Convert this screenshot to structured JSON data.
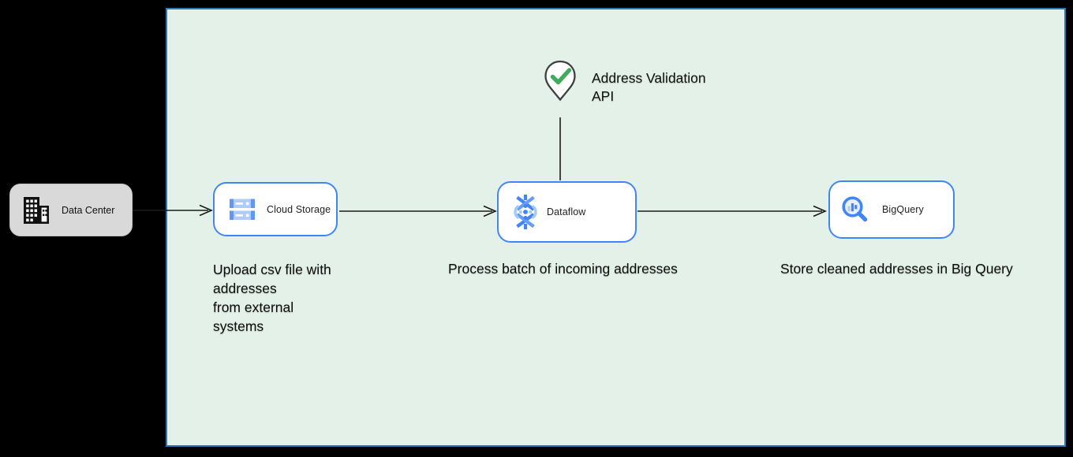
{
  "diagram": {
    "external_node": {
      "label": "Data Center",
      "icon": "building-icon"
    },
    "boundary": {
      "type": "google-cloud-zone"
    },
    "nodes": [
      {
        "id": "cloud-storage",
        "label": "Cloud Storage",
        "icon": "cloud-storage-icon",
        "caption": "Upload csv file with\naddresses\nfrom external\nsystems"
      },
      {
        "id": "dataflow",
        "label": "Dataflow",
        "icon": "dataflow-icon",
        "caption": "Process batch of incoming addresses"
      },
      {
        "id": "bigquery",
        "label": "BigQuery",
        "icon": "bigquery-icon",
        "caption": "Store cleaned addresses in Big Query"
      }
    ],
    "api_marker": {
      "label": "Address Validation\nAPI",
      "icon": "map-pin-check-icon"
    },
    "connections": [
      {
        "from": "Data Center",
        "to": "Cloud Storage",
        "arrow": "open"
      },
      {
        "from": "Cloud Storage",
        "to": "Dataflow",
        "arrow": "open"
      },
      {
        "from": "Dataflow",
        "to": "BigQuery",
        "arrow": "open"
      },
      {
        "from": "Address Validation API",
        "to": "Dataflow",
        "arrow": "none"
      }
    ],
    "colors": {
      "canvas_bg": "#000000",
      "boundary_fill": "#e3f1e9",
      "boundary_border": "#2e75b6",
      "node_border": "#4285f4",
      "node_fill": "#ffffff",
      "datacenter_fill": "#d9d9d9",
      "arrow": "#1a1a1a",
      "icon_blue_dark": "#4285f4",
      "icon_blue_mid": "#669df6",
      "icon_blue_light": "#aecbfa",
      "check_green": "#3fab5c",
      "pin_outline": "#3c4043"
    }
  }
}
